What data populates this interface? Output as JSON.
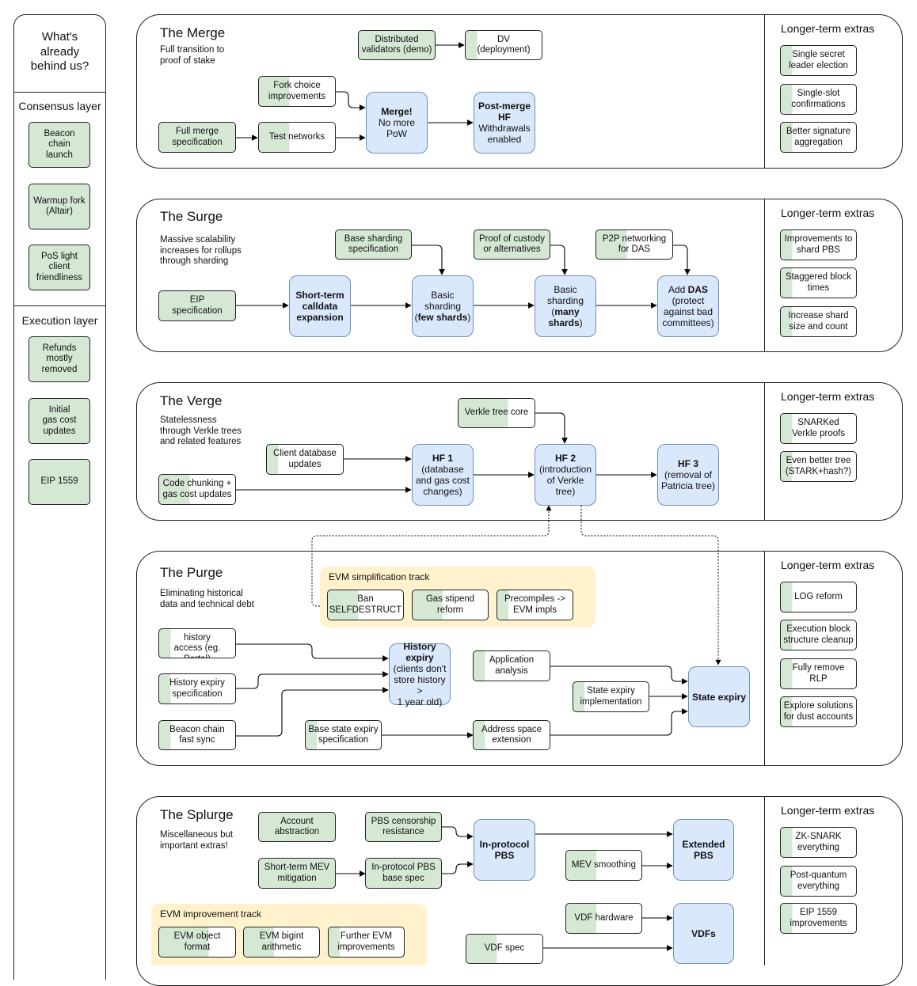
{
  "left": {
    "question": "What's\nalready\nbehind us?",
    "consensus": {
      "title": "Consensus layer",
      "items": [
        "Beacon\nchain\nlaunch",
        "Warmup fork\n(Altair)",
        "PoS light\nclient\nfriendliness"
      ]
    },
    "execution": {
      "title": "Execution layer",
      "items": [
        "Refunds\nmostly\nremoved",
        "Initial\ngas cost\nupdates",
        "EIP 1559"
      ]
    }
  },
  "extras_title": "Longer-term extras",
  "merge": {
    "title": "The Merge",
    "desc": "Full transition to\nproof of stake",
    "distributed_validators": "Distributed\nvalidators (demo)",
    "dv_deployment": "DV\n(deployment)",
    "fork_choice": "Fork choice\nimprovements",
    "full_merge_spec": "Full merge\nspecification",
    "test_networks": "Test networks",
    "merge_big": {
      "bold": "Merge!",
      "rest": "No more\nPoW"
    },
    "post_merge": {
      "bold": "Post-merge\nHF",
      "rest": "Withdrawals\nenabled"
    },
    "extras": [
      "Single secret\nleader election",
      "Single-slot\nconfirmations",
      "Better signature\naggregation"
    ]
  },
  "surge": {
    "title": "The Surge",
    "desc": "Massive scalability\nincreases for rollups\nthrough sharding",
    "eip_spec": "EIP\nspecification",
    "base_sharding_spec": "Base sharding\nspecification",
    "proof_custody": "Proof of custody\nor alternatives",
    "p2p_das": "P2P networking\nfor DAS",
    "short_term_calldata": "Short-term\ncalldata\nexpansion",
    "basic_few": {
      "pre": "Basic\nsharding\n(",
      "bold": "few shards",
      "post": ")"
    },
    "basic_many": {
      "pre": "Basic\nsharding\n(",
      "bold": "many\nshards",
      "post": ")"
    },
    "add_das": {
      "pre": "Add ",
      "bold": "DAS",
      "post": "\n(protect\nagainst bad\ncommittees)"
    },
    "extras": [
      "Improvements to\nshard PBS",
      "Staggered block\ntimes",
      "Increase shard\nsize and count"
    ]
  },
  "verge": {
    "title": "The Verge",
    "desc": "Statelessness\nthrough Verkle trees\nand related features",
    "verkle_core": "Verkle tree core",
    "client_db": "Client database\nupdates",
    "code_chunking": "Code chunking +\ngas cost updates",
    "hf1": {
      "bold": "HF 1",
      "rest": "(database\nand gas cost\nchanges)"
    },
    "hf2": {
      "bold": "HF 2",
      "rest": "(introduction\nof Verkle\ntree)"
    },
    "hf3": {
      "bold": "HF 3",
      "rest": "(removal of\nPatricia tree)"
    },
    "extras": [
      "SNARKed\nVerkle proofs",
      "Even better tree\n(STARK+hash?)"
    ]
  },
  "purge": {
    "title": "The Purge",
    "desc": "Eliminating historical\ndata and technical debt",
    "evm_track_title": "EVM simplification track",
    "ban_selfdestruct": "Ban\nSELFDESTRUCT",
    "gas_stipend": "Gas stipend\nreform",
    "precompiles": "Precompiles ->\nEVM impls",
    "alt_history": "Alternative history\naccess (eg. Portal)",
    "history_expiry_spec": "History expiry\nspecification",
    "beacon_fast_sync": "Beacon chain\nfast sync",
    "history_expiry": {
      "bold": "History\nexpiry",
      "rest": "(clients don't\nstore history >\n1 year old)"
    },
    "app_analysis": "Application\nanalysis",
    "state_expiry_impl": "State expiry\nimplementation",
    "base_state_expiry_spec": "Base state expiry\nspecification",
    "address_space_ext": "Address space\nextension",
    "state_expiry": "State expiry",
    "extras": [
      "LOG reform",
      "Execution block\nstructure cleanup",
      "Fully remove\nRLP",
      "Explore solutions\nfor dust accounts"
    ]
  },
  "splurge": {
    "title": "The Splurge",
    "desc": "Miscellaneous but\nimportant extras!",
    "account_abstraction": "Account\nabstraction",
    "pbs_censorship": "PBS censorship\nresistance",
    "short_term_mev": "Short-term MEV\nmitigation",
    "in_protocol_pbs_spec": "In-protocol PBS\nbase spec",
    "in_protocol_pbs": "In-protocol\nPBS",
    "extended_pbs": "Extended\nPBS",
    "mev_smoothing": "MEV smoothing",
    "vdf_hardware": "VDF hardware",
    "vdf_spec": "VDF spec",
    "vdfs": "VDFs",
    "evm_track_title": "EVM improvement track",
    "evm_object_format": "EVM object\nformat",
    "evm_bigint": "EVM bigint\narithmetic",
    "further_evm": "Further EVM\nimprovements",
    "extras": [
      "ZK-SNARK\neverything",
      "Post-quantum\neverything",
      "EIP 1559\nimprovements"
    ]
  },
  "colors": {
    "progress_green": "#d5e8d4",
    "milestone_blue": "#dae8fc",
    "milestone_border": "#6c8ebf",
    "track_yellow": "#fff2cc"
  }
}
